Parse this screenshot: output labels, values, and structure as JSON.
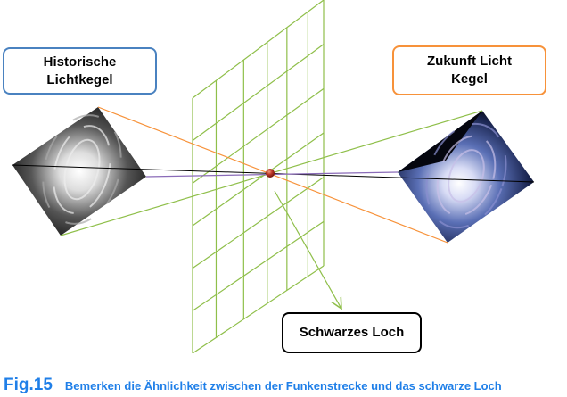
{
  "labels": {
    "historic": "Historische Lichtkegel",
    "future": "Zukunft Licht Kegel",
    "black_hole": "Schwarzes Loch"
  },
  "caption": {
    "fig": "Fig.15",
    "text": "Bemerken die Ähnlichkeit zwischen der Funkenstrecke und das schwarze Loch"
  },
  "colors": {
    "grid": "#8fbf4a",
    "orange": "#f7923a",
    "purple": "#8a6bb8",
    "black": "#000000",
    "historic_border": "#4a82c0",
    "future_border": "#f7923a",
    "caption": "#1f7fe8"
  }
}
